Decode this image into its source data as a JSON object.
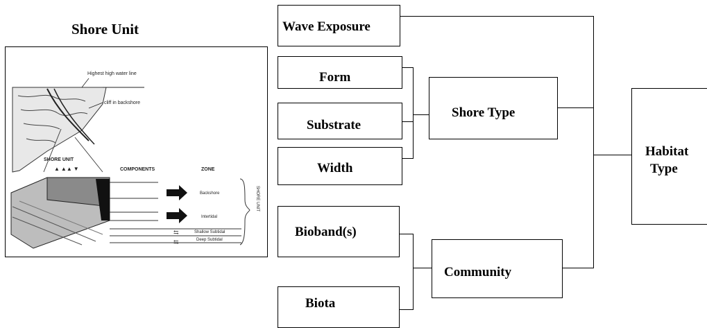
{
  "shore_unit": {
    "title": "Shore Unit",
    "sketch": {
      "high_water_label": "Highest high water line",
      "cliff_label": "cliff in backshore",
      "unit_label": "SHORE UNIT",
      "components_header": "COMPONENTS",
      "zone_header": "ZONE",
      "zones": [
        "Backshore",
        "Intertidal",
        "Shallow Subtidal",
        "Deep Subtidal"
      ],
      "bracket_label": "SHORE UNIT"
    }
  },
  "boxes": {
    "wave_exposure": "Wave Exposure",
    "form": "Form",
    "substrate": "Substrate",
    "width": "Width",
    "shore_type": "Shore Type",
    "biobands": "Bioband(s)",
    "biota": "Biota",
    "community": "Community",
    "habitat_line1": "Habitat",
    "habitat_line2": "Type"
  }
}
